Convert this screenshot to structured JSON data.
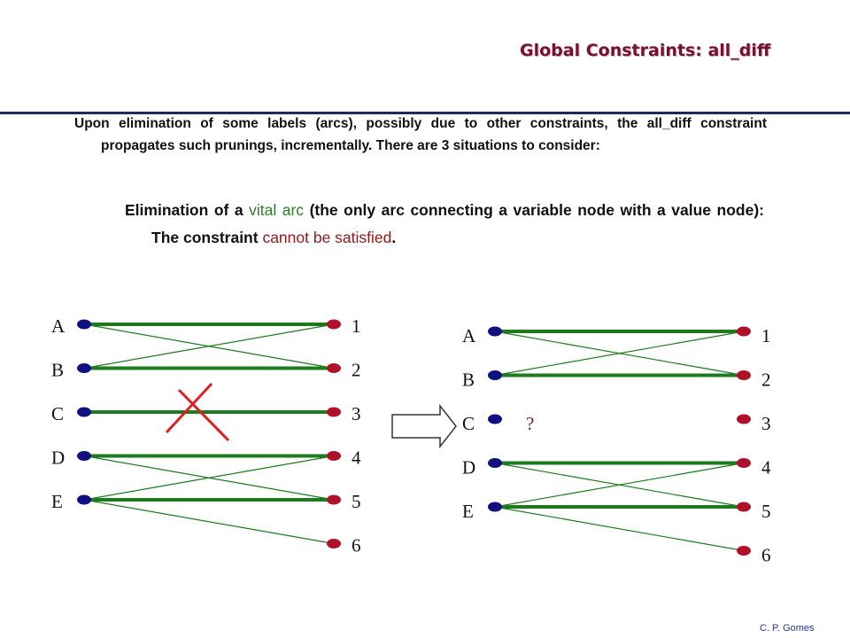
{
  "slide": {
    "title": "Global Constraints: all_diff",
    "intro": {
      "text": "Upon elimination of some labels (arcs), possibly due to other constraints, the all_diff constraint propagates such prunings, incrementally. There are 3 situations to consider:"
    },
    "point": {
      "part1": "Elimination of a ",
      "highlight1": "vital arc",
      "part2": " (the only arc connecting a variable node with a value node): The constraint ",
      "highlight2": "cannot be satisfied",
      "part3": "."
    },
    "footer": "C. P. Gomes"
  },
  "colors": {
    "title": "#7a1030",
    "variable_node": "#101080",
    "value_node": "#b0102a",
    "edge": "#1e7a1e",
    "cross": "#e02020",
    "rule": "#1f2a5c"
  },
  "left_graph": {
    "variables": [
      "A",
      "B",
      "C",
      "D",
      "E"
    ],
    "values": [
      "1",
      "2",
      "3",
      "4",
      "5",
      "6"
    ],
    "thick_edges": [
      [
        "A",
        "1"
      ],
      [
        "B",
        "2"
      ],
      [
        "C",
        "3"
      ],
      [
        "D",
        "4"
      ],
      [
        "E",
        "5"
      ]
    ],
    "thin_edges": [
      [
        "A",
        "2"
      ],
      [
        "B",
        "1"
      ],
      [
        "D",
        "5"
      ],
      [
        "E",
        "4"
      ],
      [
        "E",
        "6"
      ]
    ],
    "eliminated_edge": [
      "C",
      "3"
    ]
  },
  "right_graph": {
    "variables": [
      "A",
      "B",
      "C",
      "D",
      "E"
    ],
    "values": [
      "1",
      "2",
      "3",
      "4",
      "5",
      "6"
    ],
    "thick_edges": [
      [
        "A",
        "1"
      ],
      [
        "B",
        "2"
      ],
      [
        "D",
        "4"
      ],
      [
        "E",
        "5"
      ]
    ],
    "thin_edges": [
      [
        "A",
        "2"
      ],
      [
        "B",
        "1"
      ],
      [
        "D",
        "5"
      ],
      [
        "E",
        "4"
      ],
      [
        "E",
        "6"
      ]
    ],
    "unmatched_marker": "?"
  },
  "arrow_icon": "right-arrow-icon",
  "cross_icon": "cross-mark-icon"
}
